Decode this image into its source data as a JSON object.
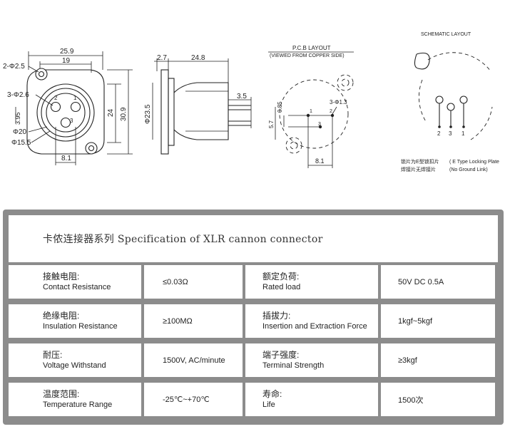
{
  "drawing": {
    "front": {
      "dim_top_outer": "25.9",
      "dim_top_inner": "19",
      "dim_hole_large": "2-Φ2.5",
      "dim_hole_small": "3-Φ2.6",
      "dim_height_inner": "24",
      "dim_height_outer": "30.9",
      "dim_395": "3.95",
      "dim_phi20": "Φ20",
      "dim_phi155": "Φ15.5",
      "dim_bottom": "8.1",
      "pin1": "1",
      "pin2": "2",
      "pin3": "3"
    },
    "side": {
      "dim_flange": "2.7",
      "dim_length": "24.8",
      "dim_dia": "Φ23.5",
      "dim_pin": "3.5"
    },
    "pcb": {
      "title": "P.C.B LAYOUT",
      "subtitle": "(VIEWED FROM COPPER SIDE)",
      "dim_holes": "3-Φ1.3",
      "dim_085": "0.85",
      "dim_57": "5.7",
      "dim_bottom": "8.1",
      "pin1": "1",
      "pin2": "2",
      "pin3": "3"
    },
    "schematic": {
      "title": "SCHEMATIC LAYOUT",
      "pin2": "2",
      "pin3": "3",
      "pin1": "1",
      "note_cn_1": "锁片为E型锁扣片",
      "note_en_1": "( E Type Locking Plate",
      "note_cn_2": "焊接片无焊接片",
      "note_en_2": "(No Ground Link)"
    }
  },
  "spec": {
    "title": "卡侬连接器系列 Specification of XLR cannon connector",
    "rows": [
      {
        "label1_cn": "接触电阻:",
        "label1_en": "Contact Resistance",
        "value1": "≤0.03Ω",
        "label2_cn": "额定负荷:",
        "label2_en": "Rated load",
        "value2": "50V DC 0.5A"
      },
      {
        "label1_cn": "绝缘电阻:",
        "label1_en": "Insulation Resistance",
        "value1": "≥100MΩ",
        "label2_cn": "插拔力:",
        "label2_en": "Insertion and Extraction Force",
        "value2": "1kgf~5kgf"
      },
      {
        "label1_cn": "耐压:",
        "label1_en": "Voltage Withstand",
        "value1": "1500V, AC/minute",
        "label2_cn": "端子强度:",
        "label2_en": "Terminal Strength",
        "value2": "≥3kgf"
      },
      {
        "label1_cn": "温度范围:",
        "label1_en": "Temperature Range",
        "value1": "-25℃~+70℃",
        "label2_cn": "寿命:",
        "label2_en": "Life",
        "value2": "1500次"
      }
    ]
  }
}
